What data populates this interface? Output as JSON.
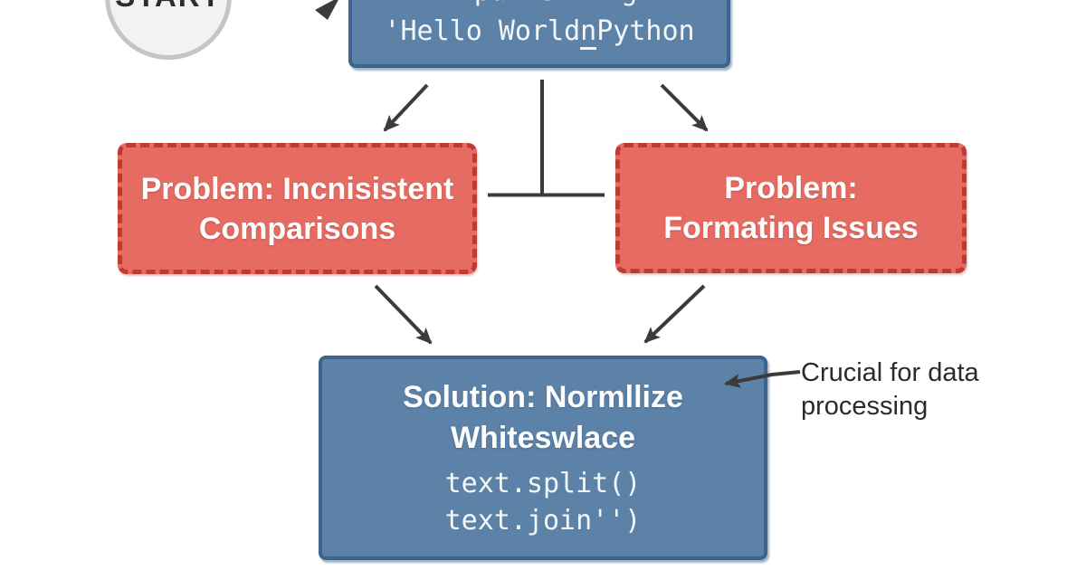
{
  "start": {
    "label": "START"
  },
  "top_box": {
    "partial_line": "Input String",
    "code_pre": "'Hello World",
    "code_escape": "n",
    "code_post": "Python"
  },
  "problems": {
    "left": {
      "line1": "Problem: Incnisistent",
      "line2": "Comparisons"
    },
    "right": {
      "line1": "Problem:",
      "line2": "Formating Issues"
    }
  },
  "solution": {
    "title_line1": "Solution: Normllize",
    "title_line2": "Whiteswlace",
    "code1": "text.split()",
    "code2": "text.join'')"
  },
  "callout": {
    "line1": "Crucial for data",
    "line2": "processing"
  },
  "colors": {
    "blue_fill": "#5c82a8",
    "blue_border": "#3c648e",
    "red_fill": "#e66c63",
    "red_border": "#bf3a30",
    "circle_fill": "#f3f2f0",
    "circle_border": "#c7c5c2",
    "arrow": "#3b3b3b",
    "annotation_text": "#2b2b2b",
    "box_text": "#fdfdfd"
  }
}
